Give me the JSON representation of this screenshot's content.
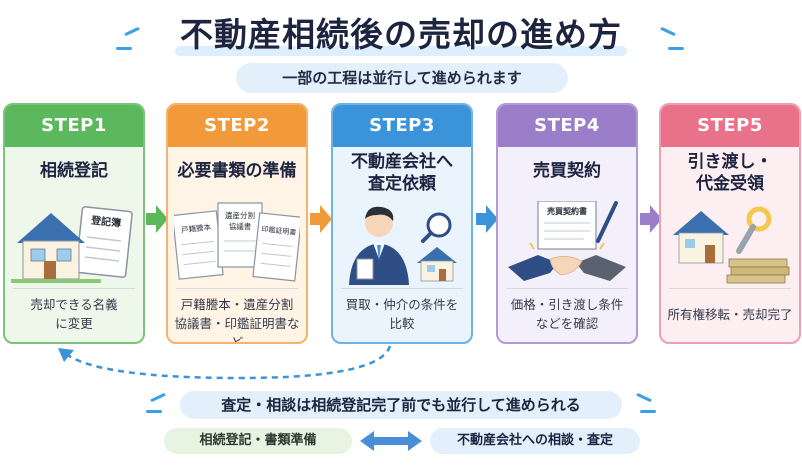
{
  "title": "不動産相続後の売却の進め方",
  "subtitle": "一部の工程は並行して進められます",
  "steps": [
    {
      "label": "STEP1",
      "title_lines": [
        "相続登記"
      ],
      "desc_lines": [
        "売却できる名義",
        "に変更"
      ],
      "art_text": [
        "登記簿"
      ],
      "color": "#5cb85c",
      "bg": "#eef8ea",
      "border": "#7cc47a"
    },
    {
      "label": "STEP2",
      "title_lines": [
        "必要書類の準備"
      ],
      "desc_lines": [
        "戸籍謄本・遺産分割",
        "協議書・印鑑証明書など"
      ],
      "art_text": [
        "戸籍謄本",
        "遺産分割",
        "協議書",
        "印鑑証明書"
      ],
      "color": "#f29a3a",
      "bg": "#fff4e6",
      "border": "#f4b26c"
    },
    {
      "label": "STEP3",
      "title_lines": [
        "不動産会社へ",
        "査定依頼"
      ],
      "desc_lines": [
        "買取・仲介の条件を",
        "比較"
      ],
      "art_text": [],
      "color": "#3b94d9",
      "bg": "#eaf4fc",
      "border": "#6fb2e6"
    },
    {
      "label": "STEP4",
      "title_lines": [
        "売買契約"
      ],
      "desc_lines": [
        "価格・引き渡し条件",
        "などを確認"
      ],
      "art_text": [
        "売買契約書"
      ],
      "color": "#9a7ec9",
      "bg": "#f4f0fb",
      "border": "#b29ad6"
    },
    {
      "label": "STEP5",
      "title_lines": [
        "引き渡し・",
        "代金受領"
      ],
      "desc_lines": [
        "所有権移転・売却完了"
      ],
      "art_text": [],
      "color": "#e9728a",
      "bg": "#fdeef1",
      "border": "#eea0b0"
    }
  ],
  "note": "査定・相談は相続登記完了前でも並行して進められる",
  "parallel_left": "相続登記・書類準備",
  "parallel_right": "不動産会社への相談・査定",
  "colors": {
    "arrow_green": "#5cb85c",
    "arrow_orange": "#f29a3a",
    "arrow_blue": "#3b94d9",
    "arrow_purple": "#9a7ec9",
    "dashed": "#3b94d9"
  }
}
